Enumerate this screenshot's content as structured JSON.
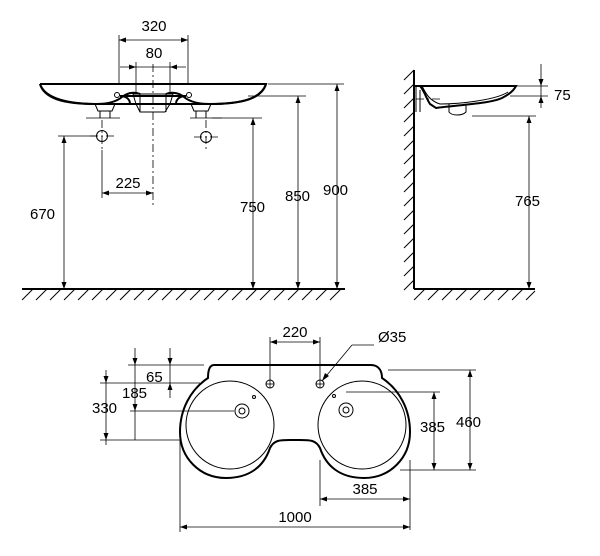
{
  "front_view": {
    "dims": {
      "d320": "320",
      "d80": "80",
      "d225": "225",
      "d670": "670",
      "d750": "750",
      "d850": "850",
      "d900": "900"
    }
  },
  "side_view": {
    "dims": {
      "d75": "75",
      "d765": "765"
    }
  },
  "top_view": {
    "dims": {
      "d220": "220",
      "dia35": "Ø35",
      "d65": "65",
      "d185": "185",
      "d330": "330",
      "d385v": "385",
      "d460": "460",
      "d385h": "385",
      "d1000": "1000"
    }
  }
}
